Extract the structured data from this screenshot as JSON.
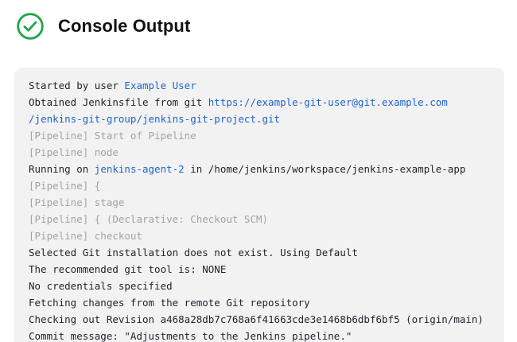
{
  "header": {
    "title": "Console Output",
    "status_icon": "success-check-circle-icon",
    "status_color": "#23a54c"
  },
  "colors": {
    "page_bg": "#ffffff",
    "panel_bg": "#f2f2f3",
    "text": "#1f2328",
    "muted": "#9fa3a8",
    "link": "#2064c8",
    "success_green": "#23a54c"
  },
  "console": {
    "lines": [
      {
        "segments": [
          {
            "t": "Started by user ",
            "s": "text"
          },
          {
            "t": "Example User",
            "s": "link"
          }
        ]
      },
      {
        "segments": [
          {
            "t": "Obtained Jenkinsfile from git ",
            "s": "text"
          },
          {
            "t": "https://example-git-user@git.example.com",
            "s": "link"
          }
        ]
      },
      {
        "segments": [
          {
            "t": "/jenkins-git-group/jenkins-git-project.git",
            "s": "link"
          }
        ]
      },
      {
        "segments": [
          {
            "t": "[Pipeline] Start of Pipeline",
            "s": "muted"
          }
        ]
      },
      {
        "segments": [
          {
            "t": "[Pipeline] node",
            "s": "muted"
          }
        ]
      },
      {
        "segments": [
          {
            "t": "Running on ",
            "s": "text"
          },
          {
            "t": "jenkins-agent-2",
            "s": "link"
          },
          {
            "t": " in /home/jenkins/workspace/jenkins-example-app",
            "s": "text"
          }
        ]
      },
      {
        "segments": [
          {
            "t": "[Pipeline] {",
            "s": "muted"
          }
        ]
      },
      {
        "segments": [
          {
            "t": "[Pipeline] stage",
            "s": "muted"
          }
        ]
      },
      {
        "segments": [
          {
            "t": "[Pipeline] { (Declarative: Checkout SCM)",
            "s": "muted"
          }
        ]
      },
      {
        "segments": [
          {
            "t": "[Pipeline] checkout",
            "s": "muted"
          }
        ]
      },
      {
        "segments": [
          {
            "t": "Selected Git installation does not exist. Using Default",
            "s": "text"
          }
        ]
      },
      {
        "segments": [
          {
            "t": "The recommended git tool is: NONE",
            "s": "text"
          }
        ]
      },
      {
        "segments": [
          {
            "t": "No credentials specified",
            "s": "text"
          }
        ]
      },
      {
        "segments": [
          {
            "t": "Fetching changes from the remote Git repository",
            "s": "text"
          }
        ]
      },
      {
        "segments": [
          {
            "t": "Checking out Revision a468a28db7c768a6f41663cde3e1468b6dbf6bf5 (origin/main)",
            "s": "text"
          }
        ]
      },
      {
        "segments": [
          {
            "t": "Commit message: \"Adjustments to the Jenkins pipeline.\"",
            "s": "text"
          }
        ]
      }
    ]
  }
}
